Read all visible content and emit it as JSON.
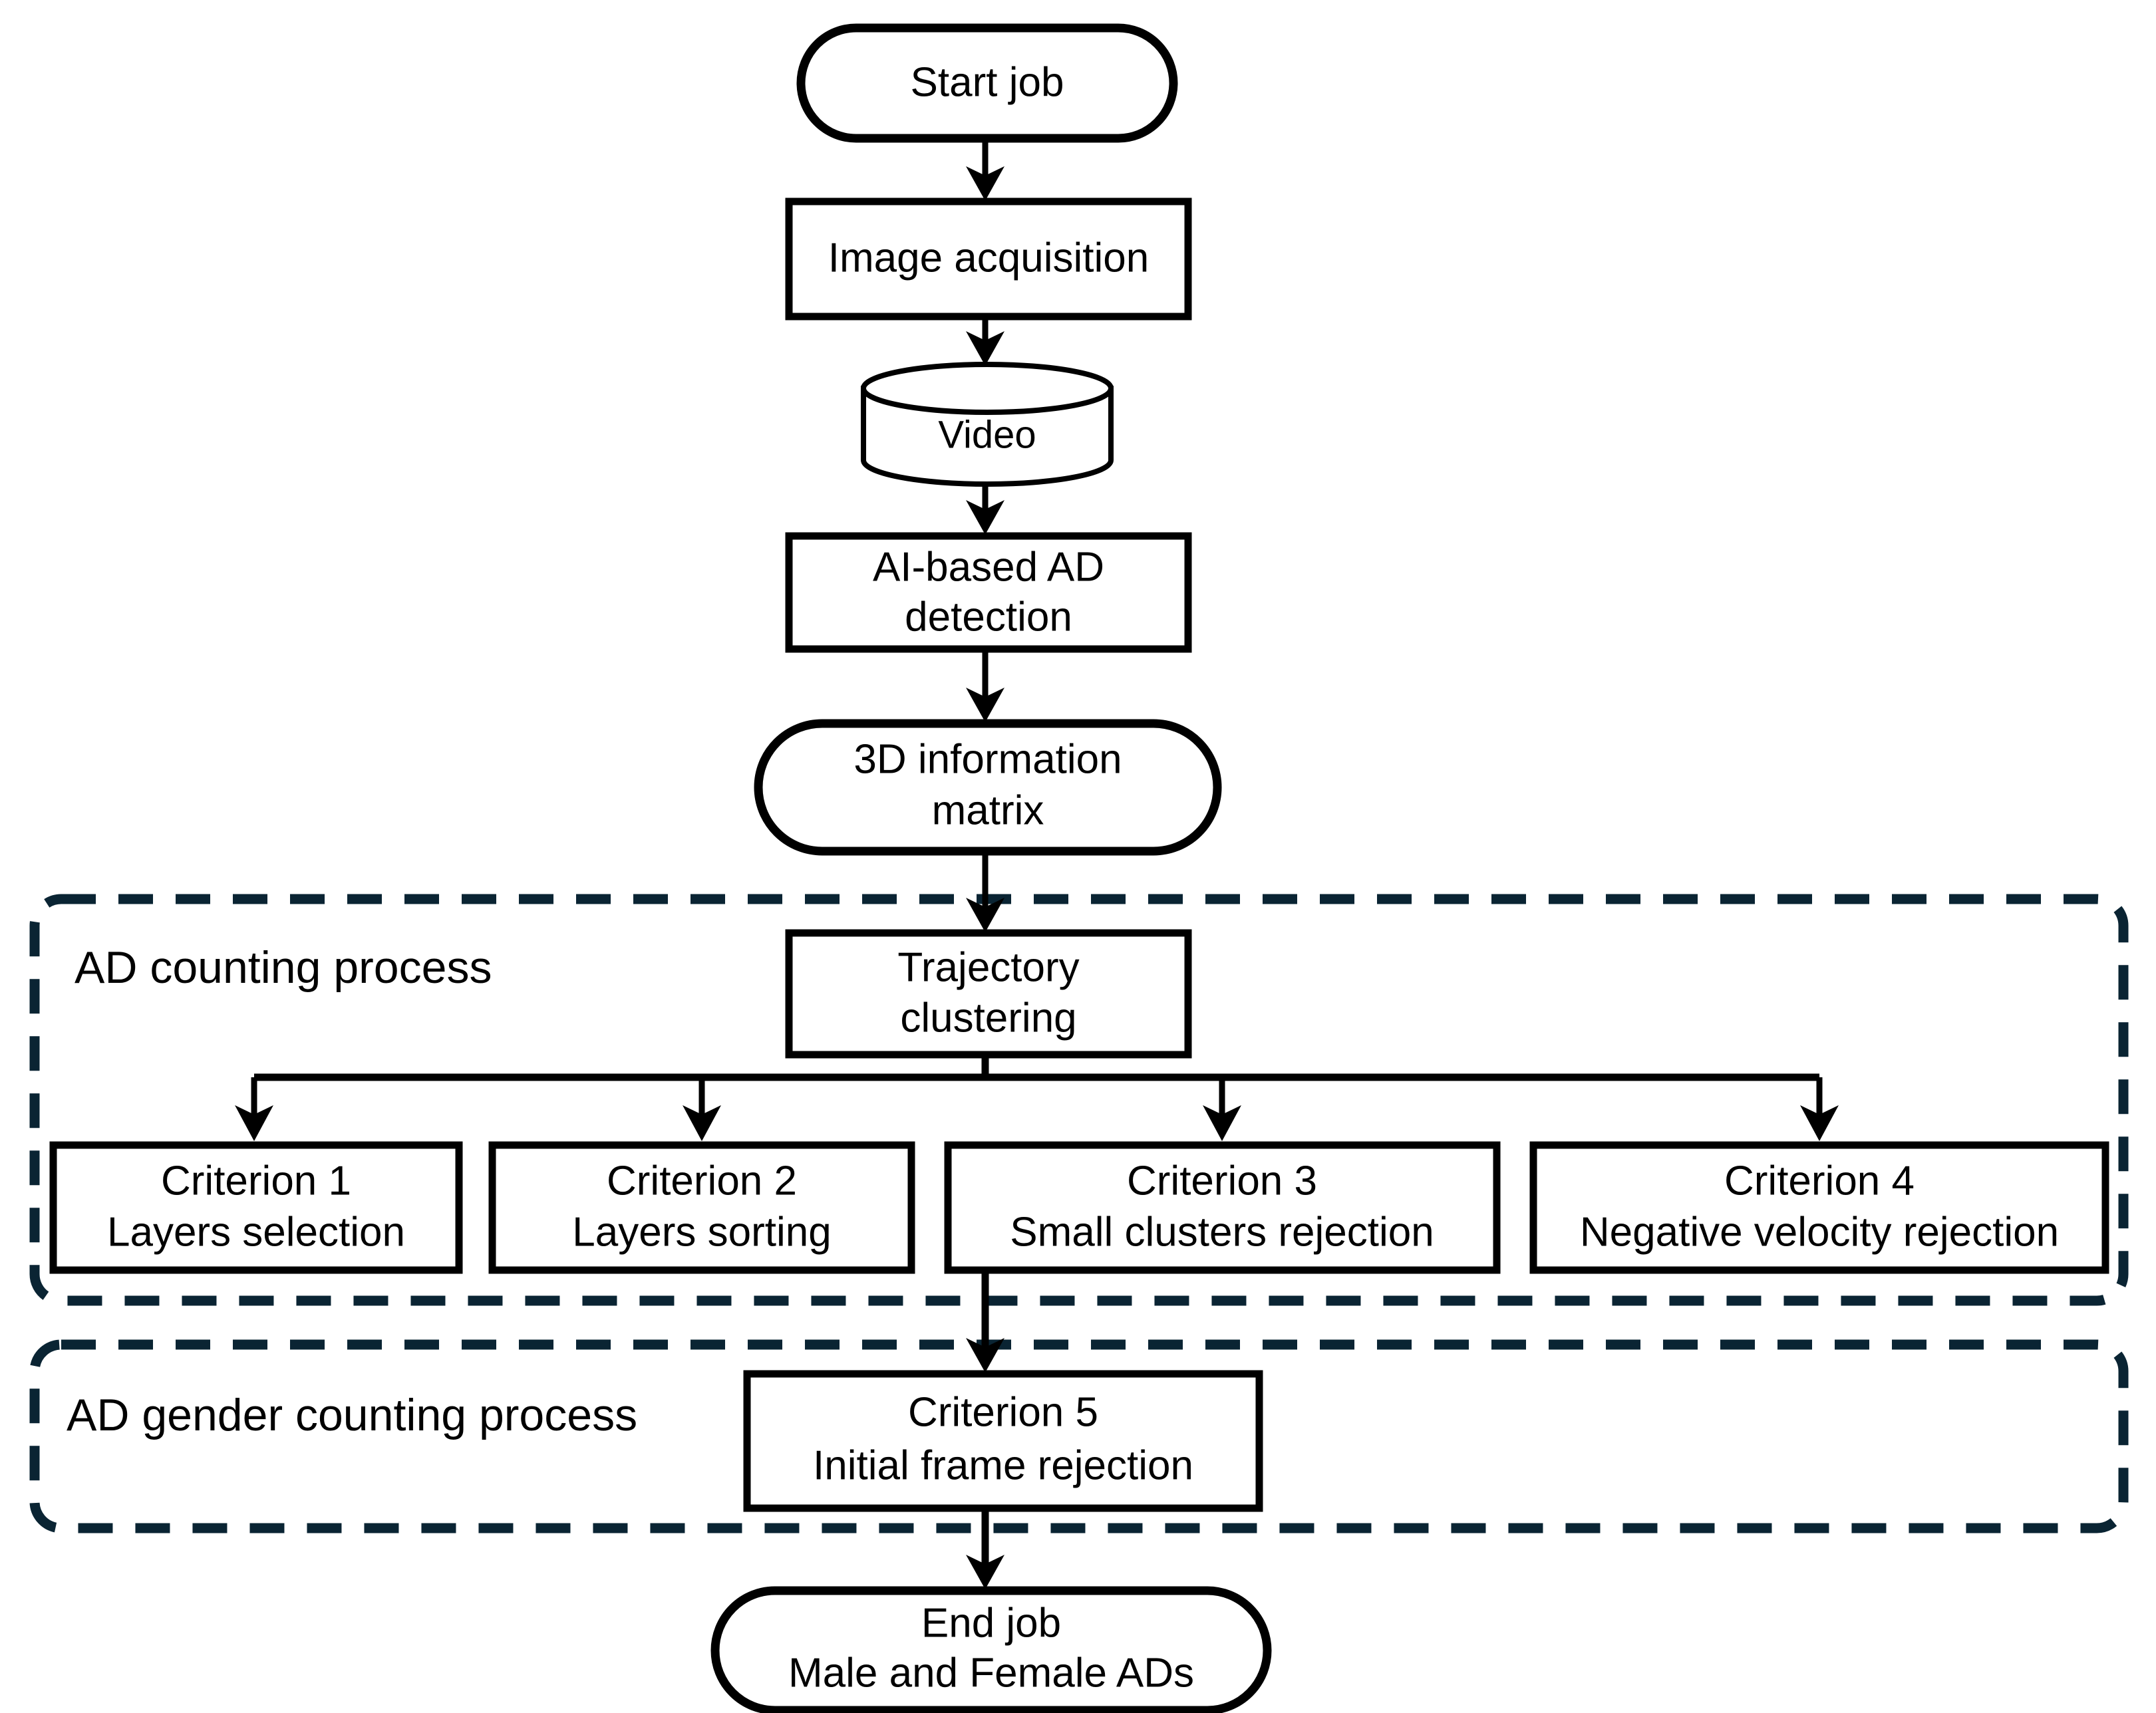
{
  "diagram": {
    "title": "AD counting and gender counting process flowchart",
    "type": "flowchart",
    "colors": {
      "node_stroke": "#000000",
      "node_fill": "#ffffff",
      "group_stroke": "#0a2433",
      "background": "#ffffff"
    }
  },
  "nodes": {
    "start": {
      "label": "Start job",
      "shape": "terminator"
    },
    "image_acquisition": {
      "label": "Image acquisition",
      "shape": "process"
    },
    "video": {
      "label": "Video",
      "shape": "database"
    },
    "ai_detection": {
      "line1": "AI-based AD",
      "line2": "detection",
      "shape": "process"
    },
    "matrix": {
      "line1": "3D information",
      "line2": "matrix",
      "shape": "terminator"
    },
    "trajectory": {
      "line1": "Trajectory",
      "line2": "clustering",
      "shape": "process"
    },
    "criterion1": {
      "line1": "Criterion 1",
      "line2": "Layers selection",
      "shape": "process"
    },
    "criterion2": {
      "line1": "Criterion 2",
      "line2": "Layers sorting",
      "shape": "process"
    },
    "criterion3": {
      "line1": "Criterion 3",
      "line2": "Small clusters rejection",
      "shape": "process"
    },
    "criterion4": {
      "line1": "Criterion 4",
      "line2": "Negative velocity rejection",
      "shape": "process"
    },
    "criterion5": {
      "line1": "Criterion 5",
      "line2": "Initial frame rejection",
      "shape": "process"
    },
    "end": {
      "line1": "End job",
      "line2": "Male and Female ADs",
      "shape": "terminator"
    }
  },
  "groups": {
    "ad_counting": {
      "label": "AD counting process"
    },
    "ad_gender_counting": {
      "label": "AD gender counting process"
    }
  }
}
